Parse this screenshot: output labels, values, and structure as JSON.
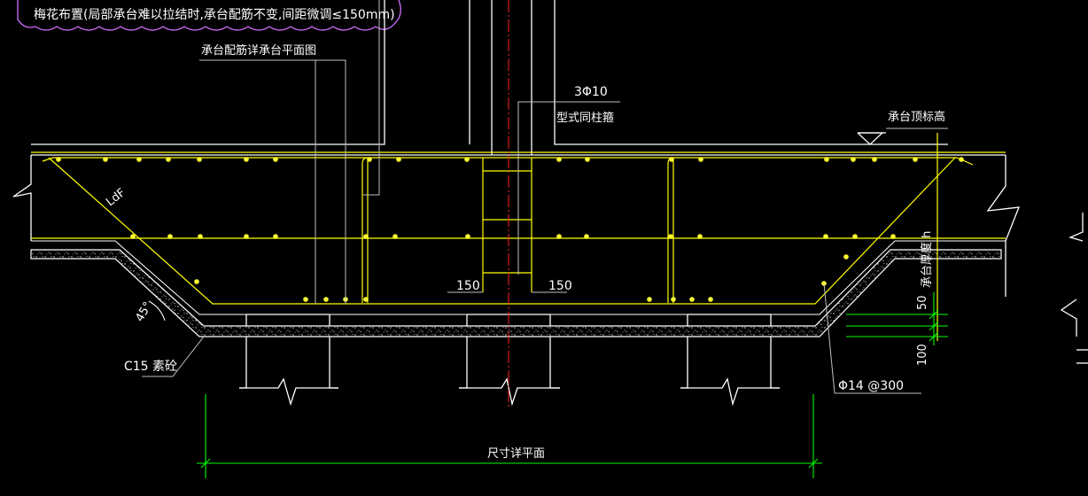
{
  "colors": {
    "background": "#000000",
    "outline": "#ffffff",
    "rebar": "#ffff00",
    "rebar_dot": "#ffff33",
    "dimension": "#00ff00",
    "centerline": "#ff2020",
    "leader": "#c0c0c0",
    "cloud": "#d070ff"
  },
  "annotations": {
    "top_note": "梅花布置(局部承台难以拉结时,承台配筋不变,间距微调≤150mm)",
    "plan_ref": "承台配筋详承台平面图",
    "stirrup_count": "3Φ10",
    "stirrup_type": "型式同柱箍",
    "cap_top_elevation": "承台顶标高",
    "ldf_label": "LdF",
    "cap_thickness": "承台厚度 h",
    "angle": "45°",
    "concrete_label": "C15 素砼",
    "rebar_label": "Φ14 @300",
    "dim_150_left": "150",
    "dim_150_right": "150",
    "dim_50": "50",
    "dim_100": "100",
    "width_label": "尺寸详平面"
  }
}
